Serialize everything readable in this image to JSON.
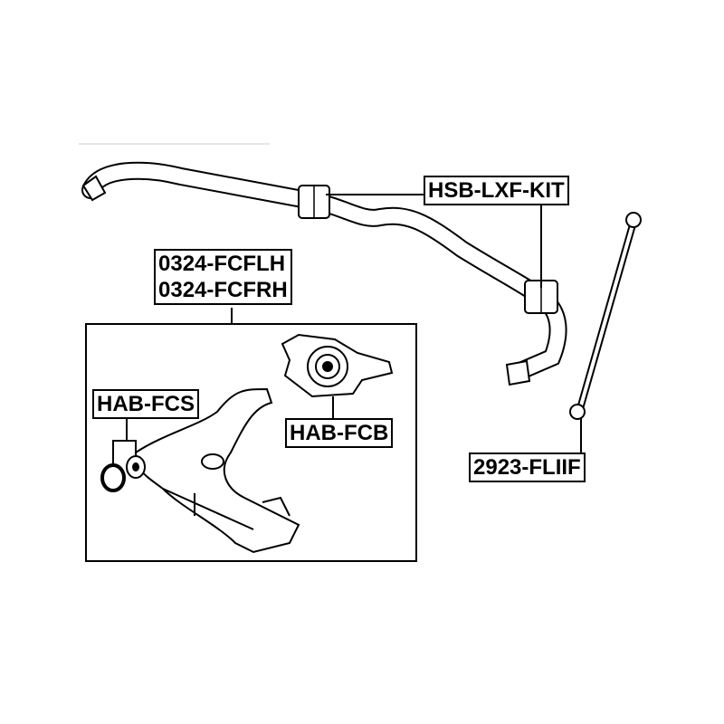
{
  "labels": {
    "stabilizer_bushing_kit": "HSB-LXF-KIT",
    "control_arm_left": "0324-FCFLH",
    "control_arm_right": "0324-FCFRH",
    "front_arm_bushing_small": "HAB-FCS",
    "front_arm_bushing_big": "HAB-FCB",
    "stabilizer_link": "2923-FLIIF"
  }
}
